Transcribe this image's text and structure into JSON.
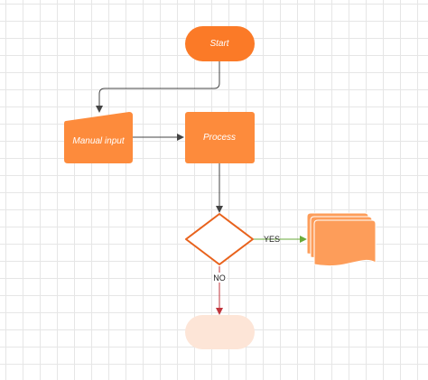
{
  "diagram": {
    "nodes": {
      "start": {
        "label": "Start",
        "shape": "terminator"
      },
      "manual_input": {
        "label": "Manual input",
        "shape": "manual-input"
      },
      "process": {
        "label": "Process",
        "shape": "process"
      },
      "decision": {
        "label": "",
        "shape": "decision"
      },
      "documents": {
        "label": "",
        "shape": "multi-document"
      },
      "end": {
        "label": "",
        "shape": "terminator"
      }
    },
    "edges": {
      "start_to_manual": {
        "from": "start",
        "to": "manual_input",
        "label": ""
      },
      "manual_to_process": {
        "from": "manual_input",
        "to": "process",
        "label": ""
      },
      "process_to_decision": {
        "from": "process",
        "to": "decision",
        "label": ""
      },
      "decision_yes": {
        "from": "decision",
        "to": "documents",
        "label": "YES"
      },
      "decision_no": {
        "from": "decision",
        "to": "end",
        "label": "NO"
      }
    }
  },
  "colors": {
    "node_fill": "#fd8b3c",
    "start_fill": "#fb7a27",
    "document_fill": "#fd9d5a",
    "decision_stroke": "#e8621c",
    "end_fill": "#fde5d7",
    "edge_default": "#444444",
    "edge_yes": "#6aaa3a",
    "edge_no": "#c0343b"
  }
}
